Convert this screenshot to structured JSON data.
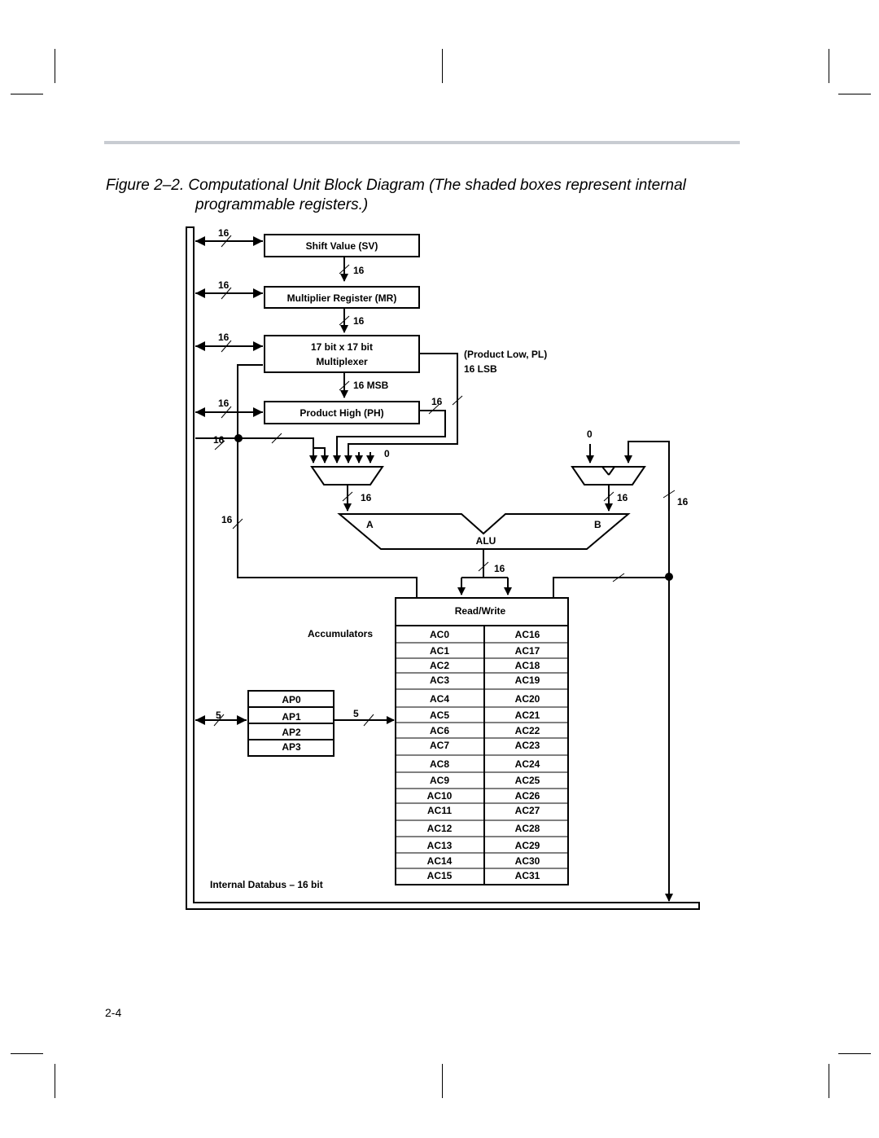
{
  "caption": {
    "number": "Figure 2–2.",
    "line1": "Computational Unit Block Diagram (The shaded boxes represent internal",
    "line2": "programmable registers.)"
  },
  "blocks": {
    "shift_value": "Shift Value (SV)",
    "multiplier_register": "Multiplier Register (MR)",
    "multiplexer_line1": "17 bit x 17 bit",
    "multiplexer_line2": "Multiplexer",
    "product_high": "Product High (PH)",
    "product_low": "(Product Low, PL)",
    "pl_lsb": "16 LSB",
    "msb": "16 MSB",
    "alu": "ALU",
    "alu_a": "A",
    "alu_b": "B",
    "read_write": "Read/Write",
    "accumulators_label": "Accumulators",
    "databus_label": "Internal Databus – 16 bit"
  },
  "bus_widths": {
    "w16": "16",
    "w5": "5",
    "zero": "0"
  },
  "accumulators_left": [
    "AC0",
    "AC1",
    "AC2",
    "AC3",
    "AC4",
    "AC5",
    "AC6",
    "AC7",
    "AC8",
    "AC9",
    "AC10",
    "AC11",
    "AC12",
    "AC13",
    "AC14",
    "AC15"
  ],
  "accumulators_right": [
    "AC16",
    "AC17",
    "AC18",
    "AC19",
    "AC20",
    "AC21",
    "AC22",
    "AC23",
    "AC24",
    "AC25",
    "AC26",
    "AC27",
    "AC28",
    "AC29",
    "AC30",
    "AC31"
  ],
  "accumulator_pointers": [
    "AP0",
    "AP1",
    "AP2",
    "AP3"
  ],
  "page_number": "2-4"
}
